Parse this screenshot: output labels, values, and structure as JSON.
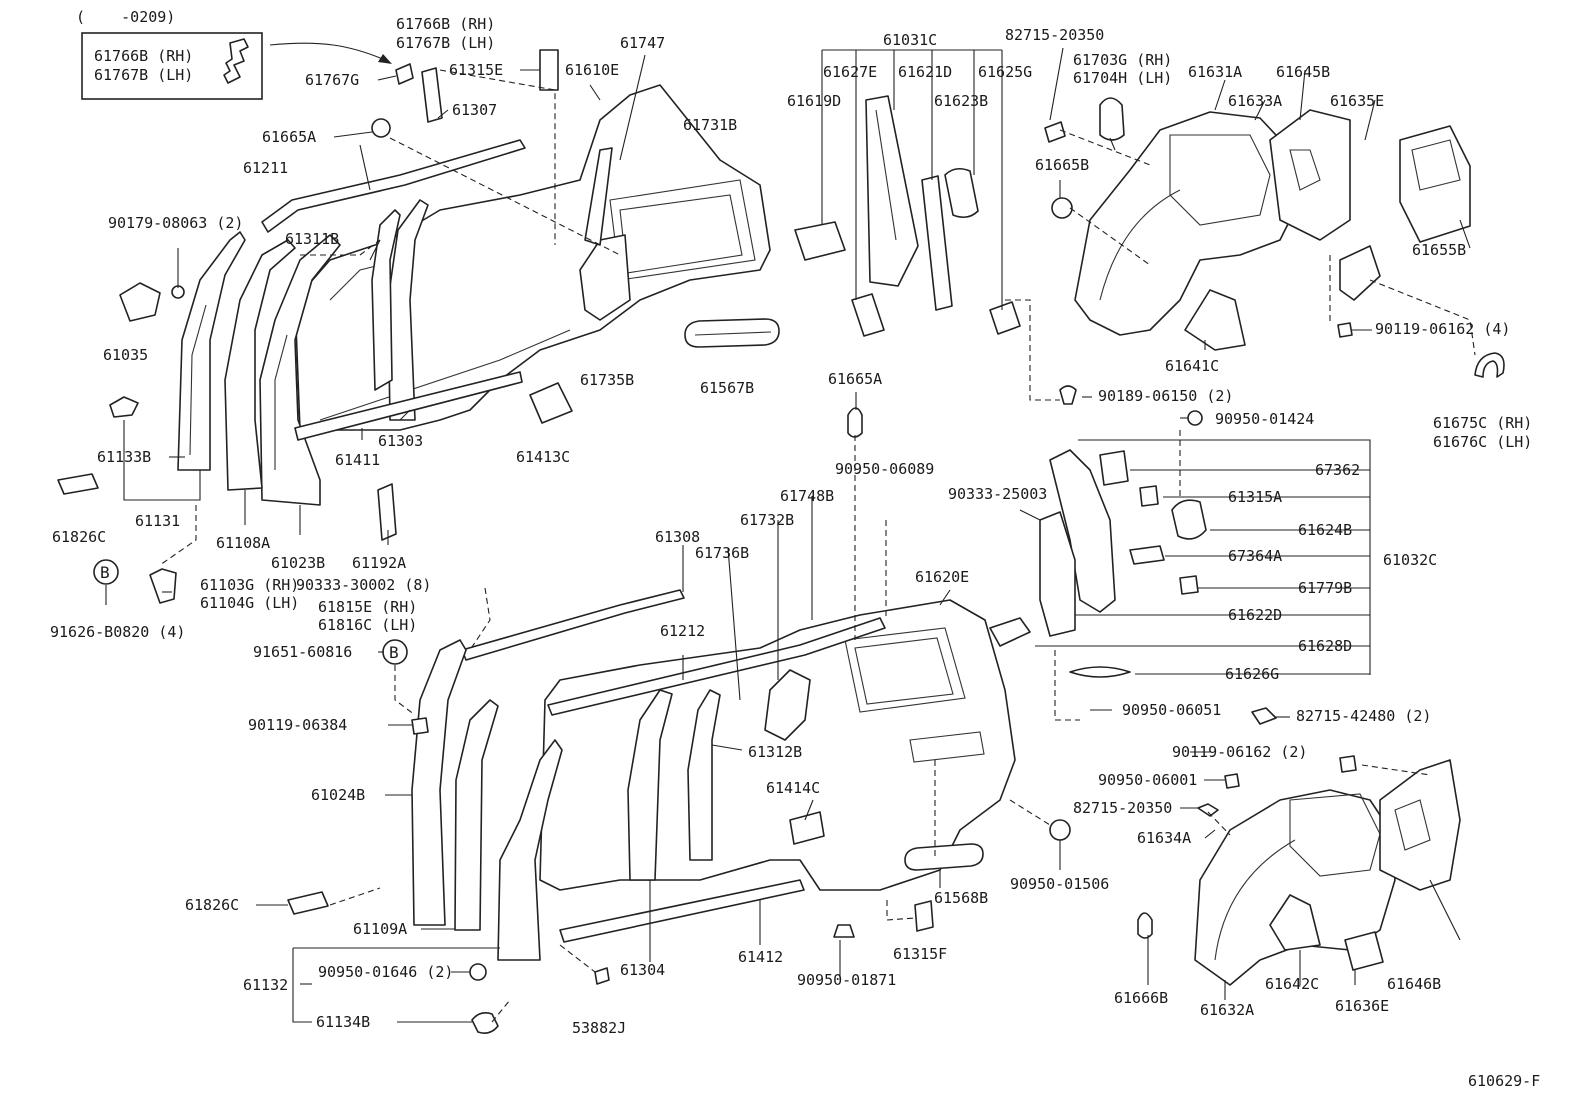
{
  "diagram": {
    "inset_header": "(    -0209)",
    "inset_lines": [
      "61766B (RH)",
      "61767B (LH)"
    ],
    "ref_marker": "B",
    "footer_code": "610629-F",
    "labels": [
      {
        "id": "61766B-rh",
        "text": "61766B (RH)"
      },
      {
        "id": "61767B-lh",
        "text": "61767B (LH)"
      },
      {
        "id": "61767G",
        "text": "61767G"
      },
      {
        "id": "61307",
        "text": "61307"
      },
      {
        "id": "61315E",
        "text": "61315E"
      },
      {
        "id": "61610E",
        "text": "61610E"
      },
      {
        "id": "61747",
        "text": "61747"
      },
      {
        "id": "61665A-top",
        "text": "61665A"
      },
      {
        "id": "61211",
        "text": "61211"
      },
      {
        "id": "61731B",
        "text": "61731B"
      },
      {
        "id": "90179-08063",
        "text": "90179-08063 (2)"
      },
      {
        "id": "61311B",
        "text": "61311B"
      },
      {
        "id": "61035",
        "text": "61035"
      },
      {
        "id": "61735B",
        "text": "61735B"
      },
      {
        "id": "61567B",
        "text": "61567B"
      },
      {
        "id": "61133B",
        "text": "61133B"
      },
      {
        "id": "61303",
        "text": "61303"
      },
      {
        "id": "61411",
        "text": "61411"
      },
      {
        "id": "61413C",
        "text": "61413C"
      },
      {
        "id": "61826C-top",
        "text": "61826C"
      },
      {
        "id": "61131",
        "text": "61131"
      },
      {
        "id": "61108A",
        "text": "61108A"
      },
      {
        "id": "61023B",
        "text": "61023B"
      },
      {
        "id": "61192A",
        "text": "61192A"
      },
      {
        "id": "61103G",
        "text": "61103G (RH)"
      },
      {
        "id": "61104G",
        "text": "61104G (LH)"
      },
      {
        "id": "91626-B0820",
        "text": "91626-B0820 (4)"
      },
      {
        "id": "90333-30002",
        "text": "90333-30002 (8)"
      },
      {
        "id": "61815E",
        "text": "61815E (RH)"
      },
      {
        "id": "61816C",
        "text": "61816C (LH)"
      },
      {
        "id": "91651-60816",
        "text": "91651-60816"
      },
      {
        "id": "90119-06384",
        "text": "90119-06384"
      },
      {
        "id": "61024B",
        "text": "61024B"
      },
      {
        "id": "61826C-bottom",
        "text": "61826C"
      },
      {
        "id": "61109A",
        "text": "61109A"
      },
      {
        "id": "61132",
        "text": "61132"
      },
      {
        "id": "90950-01646",
        "text": "90950-01646 (2)"
      },
      {
        "id": "61134B",
        "text": "61134B"
      },
      {
        "id": "53882J",
        "text": "53882J"
      },
      {
        "id": "61304",
        "text": "61304"
      },
      {
        "id": "61412",
        "text": "61412"
      },
      {
        "id": "61308",
        "text": "61308"
      },
      {
        "id": "61736B",
        "text": "61736B"
      },
      {
        "id": "61732B",
        "text": "61732B"
      },
      {
        "id": "61748B",
        "text": "61748B"
      },
      {
        "id": "61212",
        "text": "61212"
      },
      {
        "id": "61312B",
        "text": "61312B"
      },
      {
        "id": "61414C",
        "text": "61414C"
      },
      {
        "id": "61620E",
        "text": "61620E"
      },
      {
        "id": "90950-01871",
        "text": "90950-01871"
      },
      {
        "id": "61315F",
        "text": "61315F"
      },
      {
        "id": "61568B",
        "text": "61568B"
      },
      {
        "id": "90950-01506",
        "text": "90950-01506"
      },
      {
        "id": "61665A-mid",
        "text": "61665A"
      },
      {
        "id": "90950-06089",
        "text": "90950-06089"
      },
      {
        "id": "61031C",
        "text": "61031C"
      },
      {
        "id": "61627E",
        "text": "61627E"
      },
      {
        "id": "61621D",
        "text": "61621D"
      },
      {
        "id": "61625G",
        "text": "61625G"
      },
      {
        "id": "61619D",
        "text": "61619D"
      },
      {
        "id": "61623B",
        "text": "61623B"
      },
      {
        "id": "82715-20350-top",
        "text": "82715-20350"
      },
      {
        "id": "61703G",
        "text": "61703G (RH)"
      },
      {
        "id": "61704H",
        "text": "61704H (LH)"
      },
      {
        "id": "61631A",
        "text": "61631A"
      },
      {
        "id": "61645B",
        "text": "61645B"
      },
      {
        "id": "61633A",
        "text": "61633A"
      },
      {
        "id": "61635E",
        "text": "61635E"
      },
      {
        "id": "61665B",
        "text": "61665B"
      },
      {
        "id": "61655B",
        "text": "61655B"
      },
      {
        "id": "90119-06162-4",
        "text": "90119-06162 (4)"
      },
      {
        "id": "61641C",
        "text": "61641C"
      },
      {
        "id": "61675C",
        "text": "61675C (RH)"
      },
      {
        "id": "61676C",
        "text": "61676C (LH)"
      },
      {
        "id": "90189-06150",
        "text": "90189-06150 (2)"
      },
      {
        "id": "90950-01424",
        "text": "90950-01424"
      },
      {
        "id": "67362",
        "text": "67362"
      },
      {
        "id": "90333-25003",
        "text": "90333-25003"
      },
      {
        "id": "61315A",
        "text": "61315A"
      },
      {
        "id": "61624B",
        "text": "61624B"
      },
      {
        "id": "67364A",
        "text": "67364A"
      },
      {
        "id": "61032C",
        "text": "61032C"
      },
      {
        "id": "61779B",
        "text": "61779B"
      },
      {
        "id": "61622D",
        "text": "61622D"
      },
      {
        "id": "61628D",
        "text": "61628D"
      },
      {
        "id": "61626G",
        "text": "61626G"
      },
      {
        "id": "90950-06051",
        "text": "90950-06051"
      },
      {
        "id": "82715-42480",
        "text": "82715-42480 (2)"
      },
      {
        "id": "90119-06162-2",
        "text": "90119-06162 (2)"
      },
      {
        "id": "90950-06001",
        "text": "90950-06001"
      },
      {
        "id": "82715-20350-bottom",
        "text": "82715-20350"
      },
      {
        "id": "61634A",
        "text": "61634A"
      },
      {
        "id": "61666B",
        "text": "61666B"
      },
      {
        "id": "61632A",
        "text": "61632A"
      },
      {
        "id": "61642C",
        "text": "61642C"
      },
      {
        "id": "61636E",
        "text": "61636E"
      },
      {
        "id": "61646B",
        "text": "61646B"
      }
    ]
  }
}
